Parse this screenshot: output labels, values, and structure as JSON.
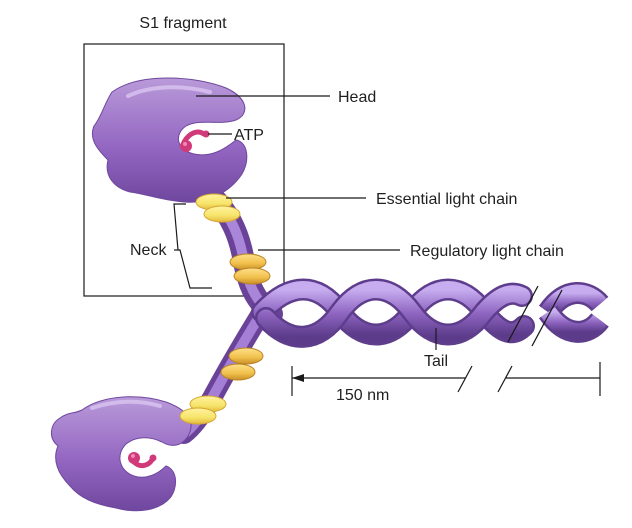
{
  "labels": {
    "s1_fragment": "S1 fragment",
    "head": "Head",
    "atp": "ATP",
    "essential_light_chain": "Essential light chain",
    "regulatory_light_chain": "Regulatory light chain",
    "neck": "Neck",
    "tail": "Tail",
    "tail_length": "150 nm"
  },
  "colors": {
    "head_purple": "#9467c2",
    "head_highlight": "#b99ad9",
    "head_shadow": "#6f479e",
    "tail_purple": "#8f66c1",
    "light_chain_yellow": "#f6e46a",
    "light_chain_orange": "#f0bf4a",
    "atp_magenta": "#d13a7a",
    "line": "#1a1a1a"
  }
}
